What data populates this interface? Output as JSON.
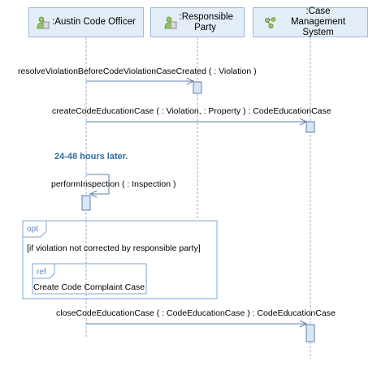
{
  "lifelines": [
    {
      "name": ":Austin Code Officer",
      "icon": "actor-icon"
    },
    {
      "name": ":Responsible Party",
      "icon": "actor-icon"
    },
    {
      "name": ":Case Management System",
      "icon": "component-icon"
    }
  ],
  "messages": [
    {
      "label": "resolveViolationBeforeCodeViolationCaseCreated (  : Violation )"
    },
    {
      "label": "createCodeEducationCase (  : Violation,   : Property ) : CodeEducationCase"
    },
    {
      "label": "performInspection (  : Inspection )"
    },
    {
      "label": "closeCodeEducationCase (  : CodeEducationCase ) : CodeEducationCase"
    }
  ],
  "note": "24-48 hours later.",
  "opt_frame": {
    "tag": "opt",
    "guard": "[if violation not corrected by responsible party]",
    "ref": {
      "tag": "ref",
      "text": "Create Code Complaint Case"
    }
  },
  "colors": {
    "head_fill": "#e3edf8",
    "head_border": "#9db8d9",
    "lifeline": "#8fb1d9",
    "activation_fill": "#d8e6f6",
    "arrow": "#5b7fa8",
    "frame": "#7fa6d3",
    "note": "#2f6ea3"
  }
}
